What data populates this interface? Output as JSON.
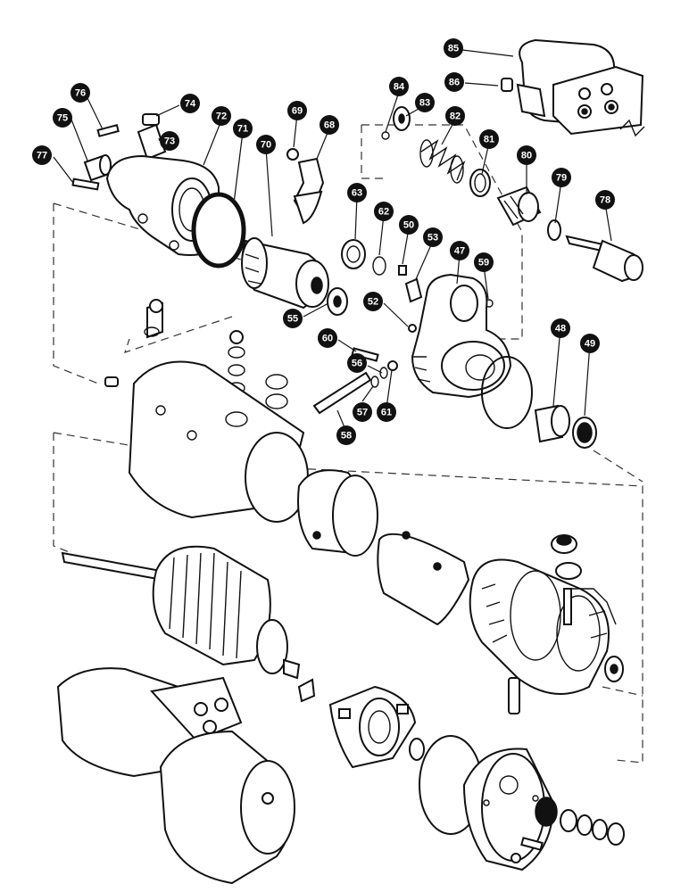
{
  "diagram": {
    "callouts": [
      {
        "id": "85",
        "label": "85"
      },
      {
        "id": "86",
        "label": "86"
      },
      {
        "id": "84",
        "label": "84"
      },
      {
        "id": "83",
        "label": "83"
      },
      {
        "id": "82",
        "label": "82"
      },
      {
        "id": "81",
        "label": "81"
      },
      {
        "id": "80",
        "label": "80"
      },
      {
        "id": "79",
        "label": "79"
      },
      {
        "id": "78",
        "label": "78"
      },
      {
        "id": "76",
        "label": "76"
      },
      {
        "id": "74",
        "label": "74"
      },
      {
        "id": "73",
        "label": "73"
      },
      {
        "id": "75",
        "label": "75"
      },
      {
        "id": "77",
        "label": "77"
      },
      {
        "id": "72",
        "label": "72"
      },
      {
        "id": "71",
        "label": "71"
      },
      {
        "id": "70",
        "label": "70"
      },
      {
        "id": "69",
        "label": "69"
      },
      {
        "id": "68",
        "label": "68"
      },
      {
        "id": "63",
        "label": "63"
      },
      {
        "id": "62",
        "label": "62"
      },
      {
        "id": "50",
        "label": "50"
      },
      {
        "id": "53",
        "label": "53"
      },
      {
        "id": "47",
        "label": "47"
      },
      {
        "id": "59",
        "label": "59"
      },
      {
        "id": "52",
        "label": "52"
      },
      {
        "id": "55",
        "label": "55"
      },
      {
        "id": "60",
        "label": "60"
      },
      {
        "id": "56",
        "label": "56"
      },
      {
        "id": "57",
        "label": "57"
      },
      {
        "id": "61",
        "label": "61"
      },
      {
        "id": "58",
        "label": "58"
      },
      {
        "id": "48",
        "label": "48"
      },
      {
        "id": "49",
        "label": "49"
      }
    ]
  }
}
